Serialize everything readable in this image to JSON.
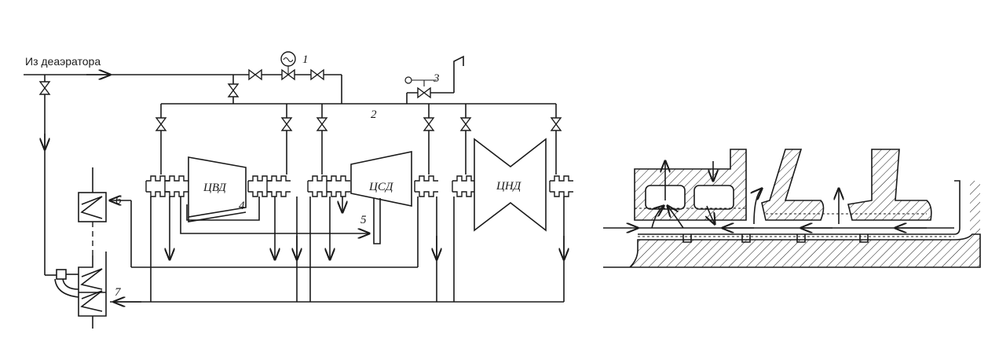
{
  "scheme": {
    "source_label": "Из деаэратора",
    "cylinders": {
      "hp": "ЦВД",
      "ip": "ЦСД",
      "lp": "ЦНД"
    },
    "callouts": [
      "1",
      "2",
      "3",
      "4",
      "5",
      "6",
      "7"
    ],
    "icons": {
      "gauge": "pressure-gauge-icon",
      "valve": "valve-icon",
      "heat_exchanger": "heat-exchanger-icon"
    }
  }
}
